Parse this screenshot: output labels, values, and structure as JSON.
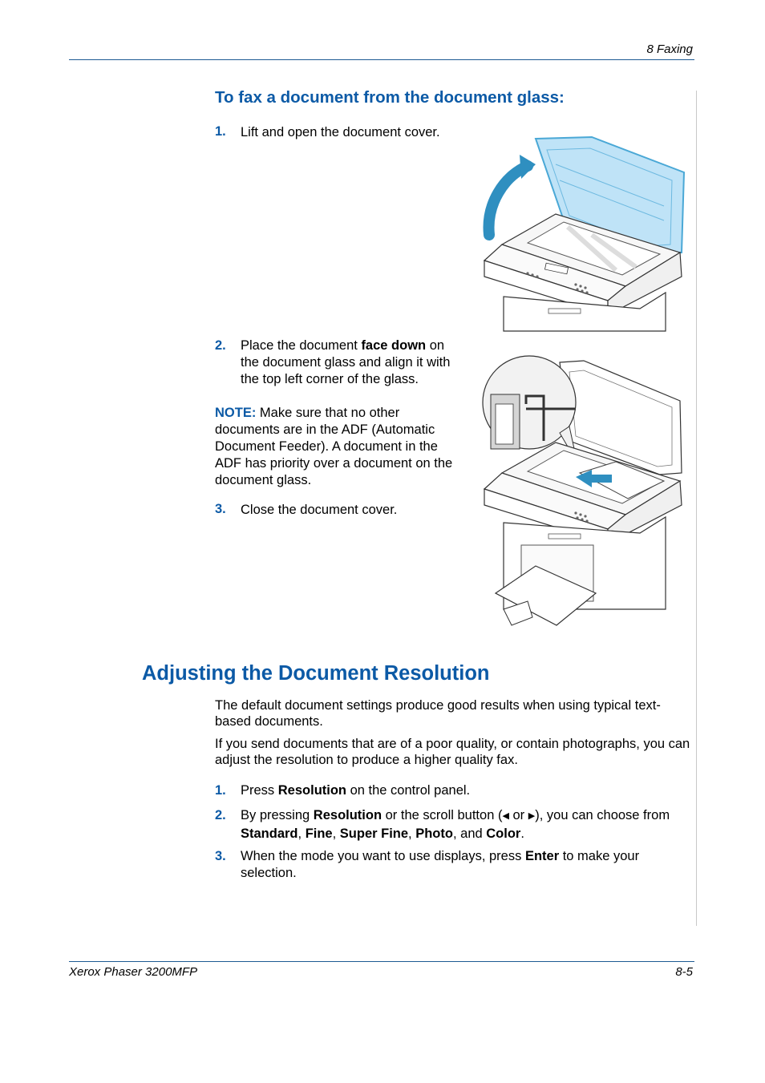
{
  "header": {
    "chapter_label": "8   Faxing"
  },
  "section1": {
    "title": "To fax a document from the document glass:",
    "steps": [
      {
        "num": "1.",
        "text": "Lift and open the document cover."
      },
      {
        "num": "2.",
        "pre": "Place the document ",
        "bold": "face down",
        "post": " on the document glass and align it with the top left corner of the glass."
      },
      {
        "num": "3.",
        "text": "Close the document cover."
      }
    ],
    "note": {
      "label": "NOTE:",
      "text": " Make sure that no other documents are in the ADF (Automatic Document Feeder). A document in the ADF has priority over a document on the document glass."
    }
  },
  "section2": {
    "title": "Adjusting the Document Resolution",
    "para1": "The default document settings produce good results when using typical text-based documents.",
    "para2": "If you send documents that are of a poor quality, or contain photographs, you can adjust the resolution to produce a higher quality fax.",
    "steps": [
      {
        "num": "1.",
        "pre": "Press ",
        "bold": "Resolution",
        "post": " on the control panel."
      },
      {
        "num": "2.",
        "a": "By pressing ",
        "b": "Resolution",
        "c": " or the scroll button (",
        "d": " or ",
        "e": "), you can choose from ",
        "f": "Standard",
        "g": ", ",
        "h": "Fine",
        "i": ", ",
        "j": "Super Fine",
        "k": ", ",
        "l": "Photo",
        "m": ", and ",
        "n": "Color",
        "o": "."
      },
      {
        "num": "3.",
        "pre": "When the mode you want to use displays, press ",
        "bold": "Enter",
        "post": " to make your selection."
      }
    ]
  },
  "footer": {
    "product": "Xerox Phaser 3200MFP",
    "page": "8-5"
  },
  "icons": [
    "left-arrow-icon",
    "right-arrow-icon"
  ],
  "colors": {
    "heading": "#0c5aa6",
    "rule": "#1d5a93",
    "cover_glass": "#bfe3f7"
  }
}
